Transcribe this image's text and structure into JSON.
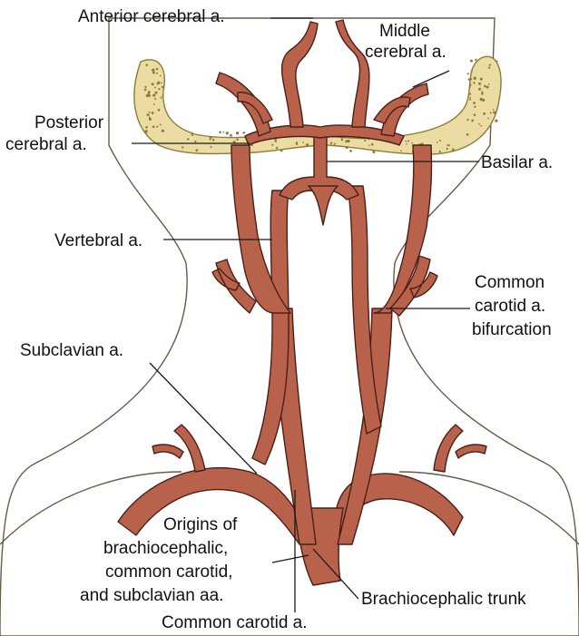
{
  "colors": {
    "skin": "#f5ead7",
    "artery": "#b9624b",
    "artery_dark": "#8c3a2b",
    "bone": "#eadca2",
    "bone_edge": "#8f7b36"
  },
  "labels": {
    "anterior_cerebral": "Anterior cerebral a.",
    "middle_cerebral_1": "Middle",
    "middle_cerebral_2": "cerebral a.",
    "posterior_cerebral_1": "Posterior",
    "posterior_cerebral_2": "cerebral a.",
    "basilar": "Basilar a.",
    "vertebral": "Vertebral a.",
    "common_carotid_bif_1": "Common",
    "common_carotid_bif_2": "carotid a.",
    "common_carotid_bif_3": "bifurcation",
    "subclavian": "Subclavian a.",
    "origins_1": "Origins of",
    "origins_2": "brachiocephalic,",
    "origins_3": "common carotid,",
    "origins_4": "and subclavian aa.",
    "brachiocephalic_trunk": "Brachiocephalic trunk",
    "common_carotid": "Common carotid a."
  }
}
